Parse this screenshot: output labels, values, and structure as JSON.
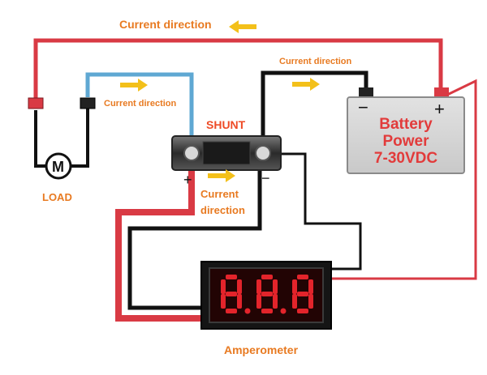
{
  "labels": {
    "current_main": "Current direction",
    "current_blue": "Current direction",
    "current_black": "Current direction",
    "current_shunt_1": "Current",
    "current_shunt_2": "direction",
    "shunt": "SHUNT",
    "load": "LOAD",
    "amperometer": "Amperometer",
    "motor_symbol": "M"
  },
  "battery": {
    "line1": "Battery",
    "line2": "Power",
    "line3": "7-30VDC",
    "plus": "+",
    "minus": "−"
  },
  "shunt_terminals": {
    "plus": "+",
    "minus": "−"
  },
  "display": {
    "digits": "8.8.8"
  },
  "colors": {
    "red_wire": "#d93a44",
    "blue_wire": "#5fa8d3",
    "black_wire": "#111111",
    "label_orange": "#e87a21",
    "arrow_yellow": "#f3c01a",
    "battery_text": "#e23b3b",
    "battery_body": "#d7d7d7",
    "segment_red": "#e3242b"
  },
  "icons": [
    "motor-icon",
    "arrow-right-icon",
    "arrow-left-icon",
    "battery-icon",
    "shunt-icon",
    "seven-segment-display-icon"
  ]
}
